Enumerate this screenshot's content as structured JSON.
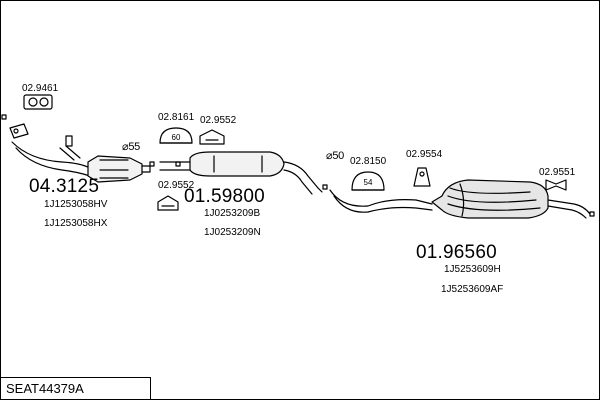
{
  "diagram": {
    "reference": "SEAT44379A",
    "sections": [
      {
        "main_number": "04.3125",
        "oem_codes": [
          "1J1253058HV",
          "1J1253058HX"
        ],
        "accessories": [
          "02.9461"
        ]
      },
      {
        "main_number": "01.59800",
        "oem_codes": [
          "1J0253209B",
          "1J0253209N"
        ],
        "accessories": [
          "02.8161",
          "02.9552",
          "02.9552"
        ],
        "pipe_diameter": "⌀55",
        "clamp_badge": "60"
      },
      {
        "main_number": "01.96560",
        "oem_codes": [
          "1J5253609H",
          "1J5253609AF"
        ],
        "accessories": [
          "02.8150",
          "02.9554",
          "02.9551"
        ],
        "pipe_diameter": "⌀50",
        "clamp_badge": "54"
      }
    ]
  }
}
